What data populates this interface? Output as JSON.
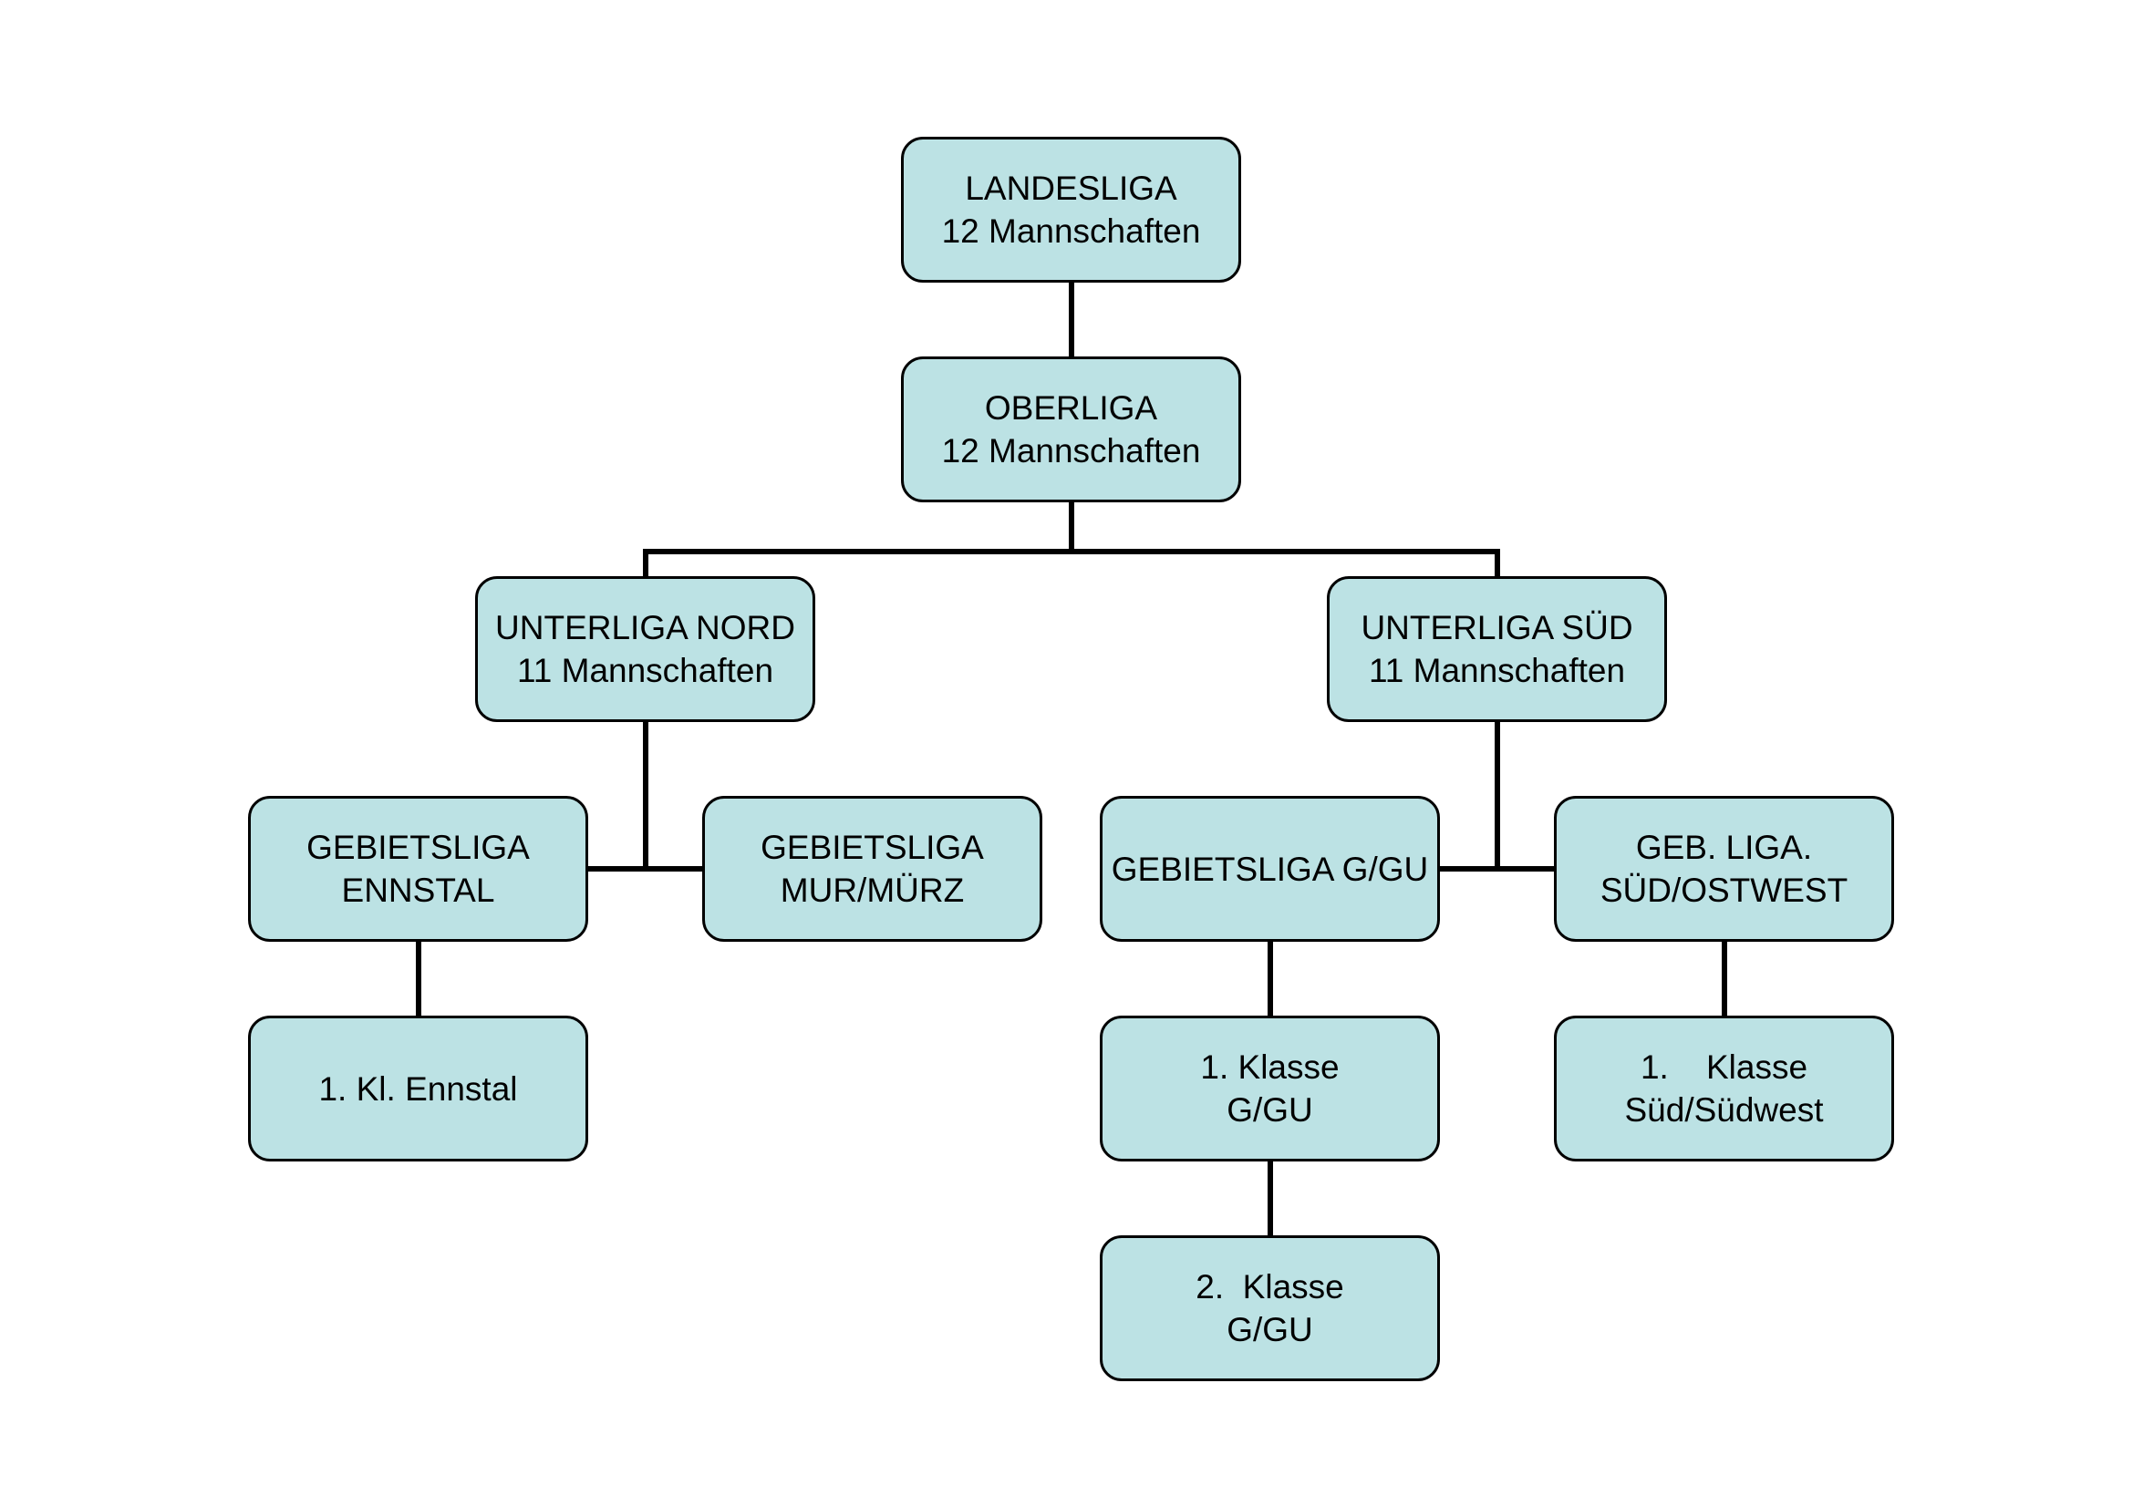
{
  "colors": {
    "box_fill": "#bce2e4",
    "outline": "#000000",
    "background": "#ffffff"
  },
  "nodes": {
    "landesliga": {
      "line1": "LANDESLIGA",
      "line2": "12 Mannschaften"
    },
    "oberliga": {
      "line1": "OBERLIGA",
      "line2": "12 Mannschaften"
    },
    "unterliga_nord": {
      "line1": "UNTERLIGA NORD",
      "line2": "11 Mannschaften"
    },
    "unterliga_sued": {
      "line1": "UNTERLIGA SÜD",
      "line2": "11 Mannschaften"
    },
    "gebietsliga_ennstal": {
      "line1": "GEBIETSLIGA",
      "line2": "ENNSTAL"
    },
    "gebietsliga_mur": {
      "line1": "GEBIETSLIGA",
      "line2": "MUR/MÜRZ"
    },
    "gebietsliga_ggu": {
      "line1": "GEBIETSLIGA G/GU"
    },
    "geb_liga_sued": {
      "line1": "GEB. LIGA.",
      "line2": "SÜD/OSTWEST"
    },
    "kl_ennstal": {
      "line1": "1. Kl. Ennstal"
    },
    "klasse1_ggu": {
      "line1": "1. Klasse",
      "line2": "G/GU"
    },
    "klasse1_sued": {
      "line1": "1.    Klasse",
      "line2": "Süd/Südwest"
    },
    "klasse2_ggu": {
      "line1": "2.  Klasse",
      "line2": "G/GU"
    }
  }
}
